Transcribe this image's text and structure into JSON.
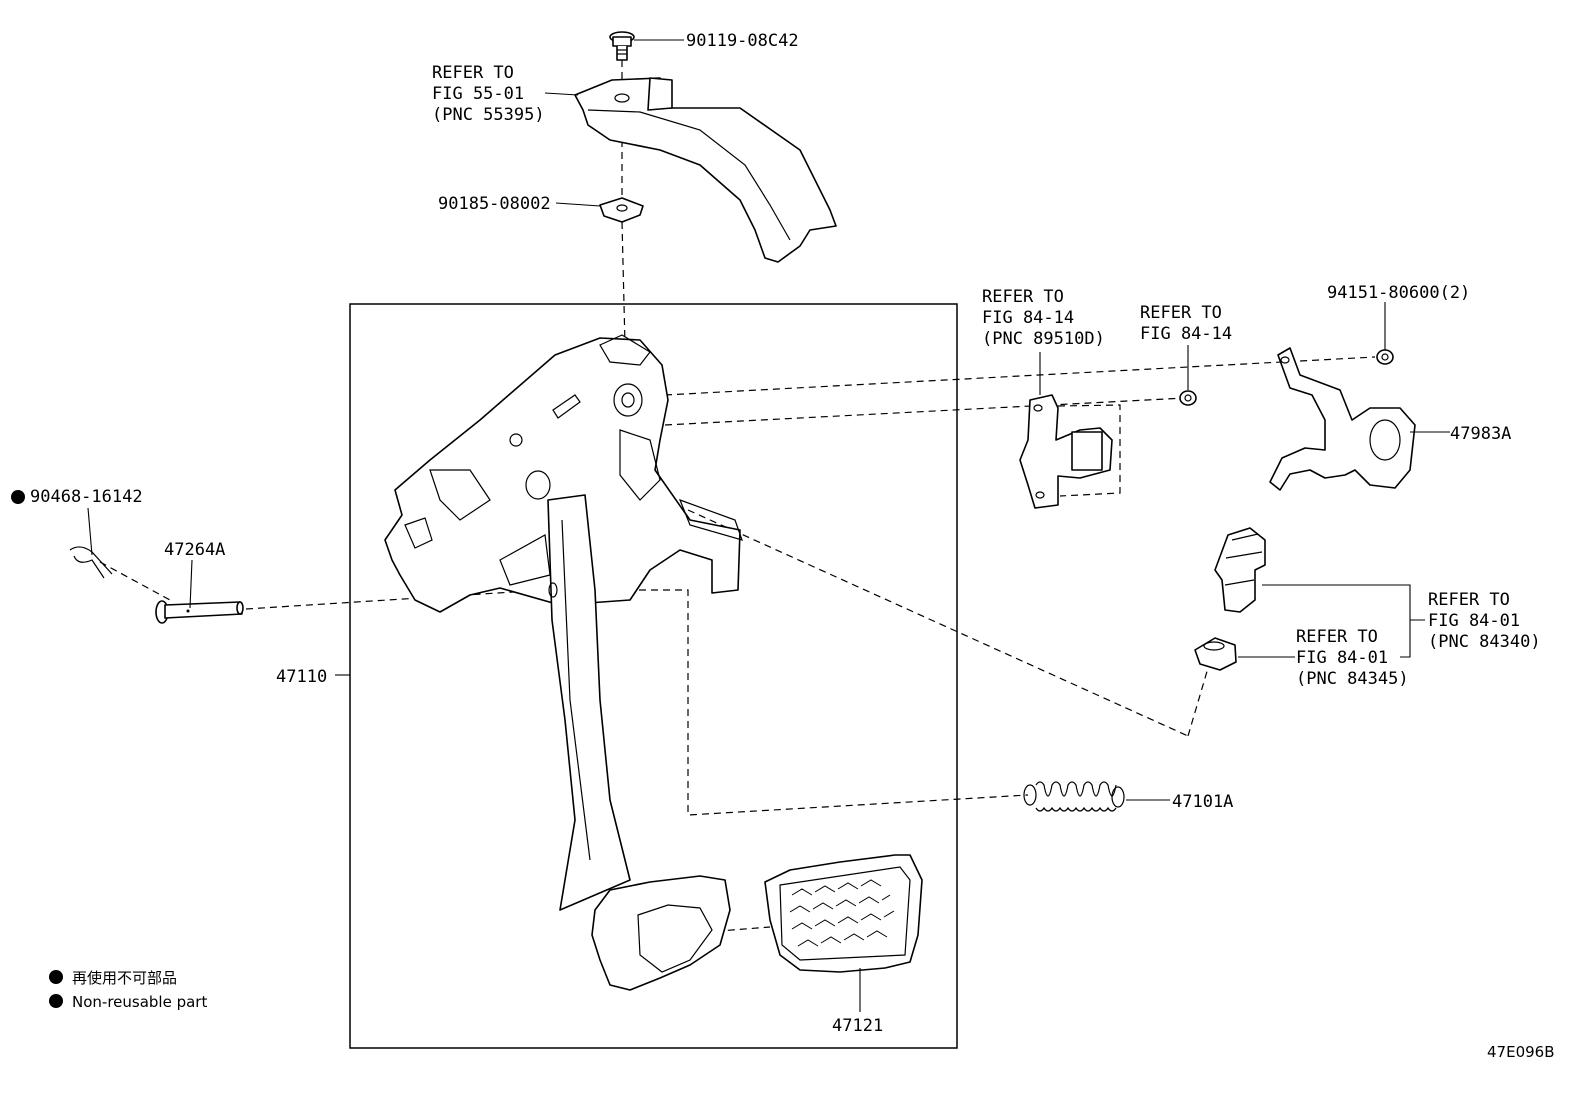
{
  "diagram": {
    "part_numbers": {
      "bolt": "90119-08C42",
      "clip_nut": "90185-08002",
      "hair_pin": "90468-16142",
      "pin": "47264A",
      "pedal_assembly": "47110",
      "nut": "94151-80600(2)",
      "bracket": "47983A",
      "spring": "47101A",
      "pedal_pad": "47121"
    },
    "refer_a": {
      "line1": "REFER TO",
      "line2": "FIG 55-01",
      "line3": "(PNC 55395)"
    },
    "refer_b": {
      "line1": "REFER TO",
      "line2": "FIG 84-14",
      "line3": "(PNC 89510D)"
    },
    "refer_c": {
      "line1": "REFER TO",
      "line2": "FIG 84-14"
    },
    "refer_d": {
      "line1": "REFER TO",
      "line2": "FIG 84-01",
      "line3": "(PNC 84340)"
    },
    "refer_e": {
      "line1": "REFER TO",
      "line2": "FIG 84-01",
      "line3": "(PNC 84345)"
    },
    "legend": {
      "jp": "再使用不可部品",
      "en": "Non-reusable part"
    },
    "figure_code": "47E096B"
  }
}
